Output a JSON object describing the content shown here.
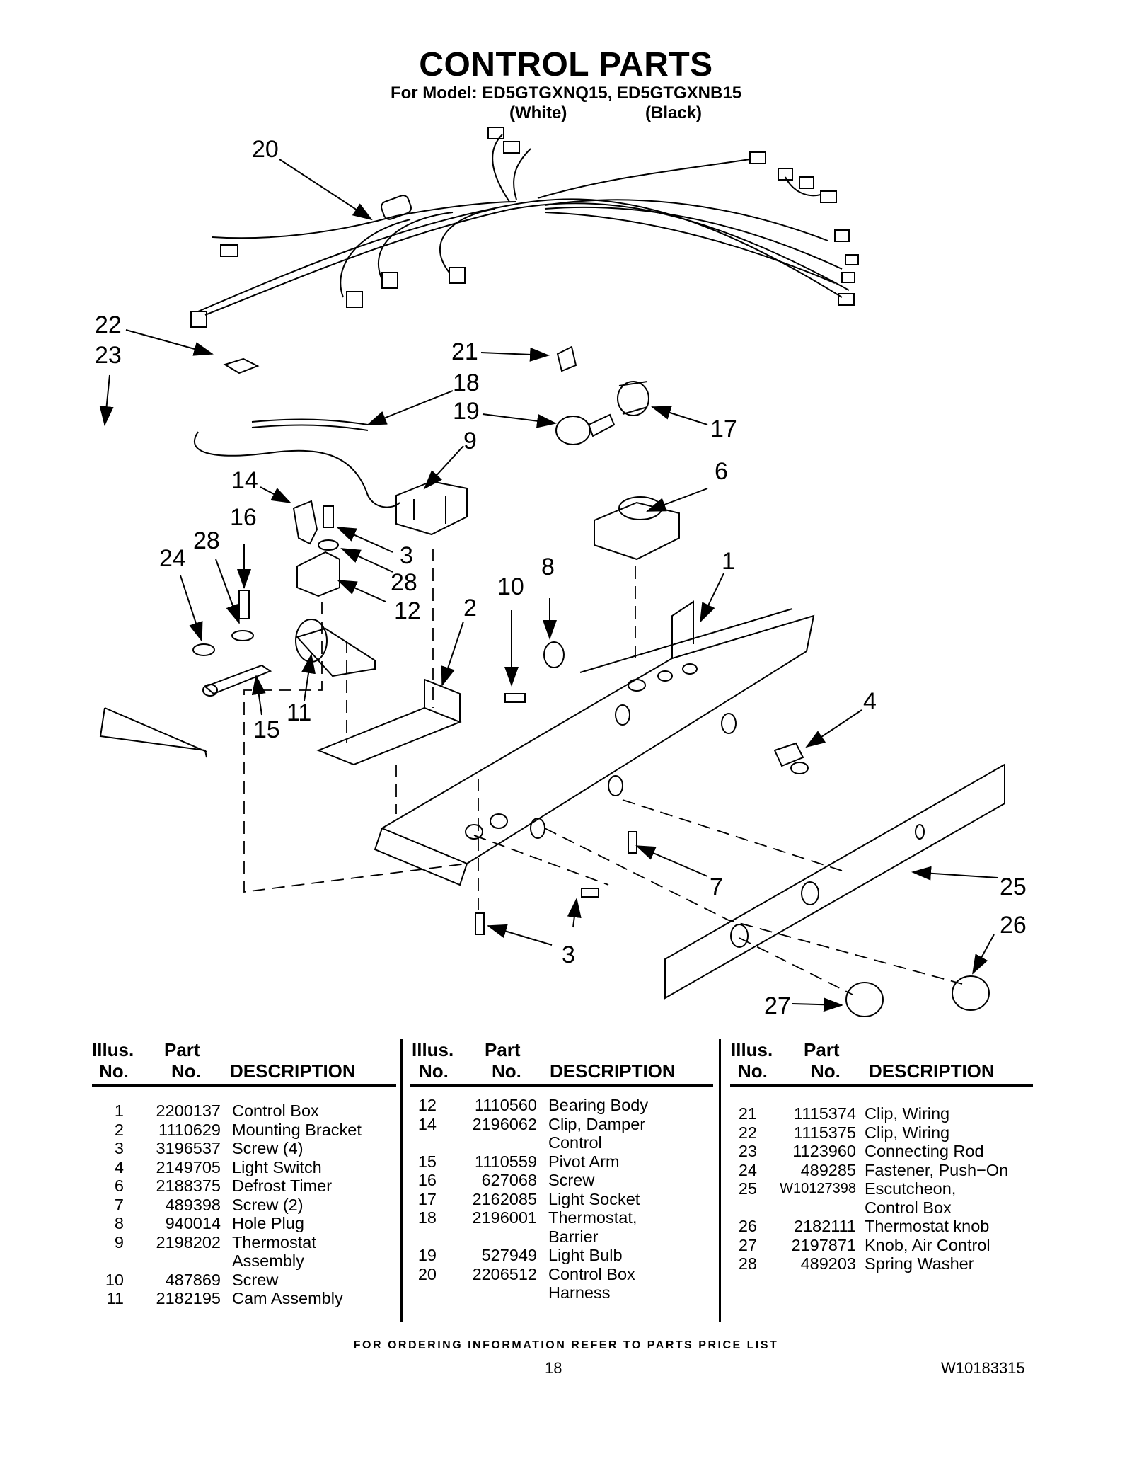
{
  "header": {
    "title": "CONTROL PARTS",
    "model_line": "For Model: ED5GTGXNQ15, ED5GTGXNB15",
    "variant_white": "(White)",
    "variant_black": "(Black)"
  },
  "diagram": {
    "callouts": [
      "20",
      "22",
      "23",
      "21",
      "18",
      "19",
      "17",
      "9",
      "14",
      "16",
      "28",
      "24",
      "3",
      "28",
      "12",
      "6",
      "8",
      "10",
      "1",
      "2",
      "11",
      "15",
      "4",
      "7",
      "25",
      "26",
      "3",
      "27"
    ]
  },
  "table": {
    "headers": {
      "illus": "Illus.",
      "no": "No.",
      "part": "Part",
      "part_no": "No.",
      "description": "DESCRIPTION"
    },
    "col1": [
      {
        "no": "1",
        "part": "2200137",
        "desc": "Control Box"
      },
      {
        "no": "2",
        "part": "1110629",
        "desc": "Mounting Bracket"
      },
      {
        "no": "3",
        "part": "3196537",
        "desc": "Screw (4)"
      },
      {
        "no": "4",
        "part": "2149705",
        "desc": "Light Switch"
      },
      {
        "no": "6",
        "part": "2188375",
        "desc": "Defrost Timer"
      },
      {
        "no": "7",
        "part": "489398",
        "desc": "Screw (2)"
      },
      {
        "no": "8",
        "part": "940014",
        "desc": "Hole Plug"
      },
      {
        "no": "9",
        "part": "2198202",
        "desc": "Thermostat",
        "desc2": "Assembly"
      },
      {
        "no": "10",
        "part": "487869",
        "desc": "Screw"
      },
      {
        "no": "11",
        "part": "2182195",
        "desc": "Cam Assembly"
      }
    ],
    "col2": [
      {
        "no": "12",
        "part": "1110560",
        "desc": "Bearing Body"
      },
      {
        "no": "14",
        "part": "2196062",
        "desc": "Clip, Damper",
        "desc2": "Control"
      },
      {
        "no": "15",
        "part": "1110559",
        "desc": "Pivot Arm"
      },
      {
        "no": "16",
        "part": "627068",
        "desc": "Screw"
      },
      {
        "no": "17",
        "part": "2162085",
        "desc": "Light Socket"
      },
      {
        "no": "18",
        "part": "2196001",
        "desc": "Thermostat,",
        "desc2": "Barrier"
      },
      {
        "no": "19",
        "part": "527949",
        "desc": "Light Bulb"
      },
      {
        "no": "20",
        "part": "2206512",
        "desc": "Control Box",
        "desc2": "Harness"
      }
    ],
    "col3": [
      {
        "no": "21",
        "part": "1115374",
        "desc": "Clip, Wiring"
      },
      {
        "no": "22",
        "part": "1115375",
        "desc": "Clip, Wiring"
      },
      {
        "no": "23",
        "part": "1123960",
        "desc": "Connecting Rod"
      },
      {
        "no": "24",
        "part": "489285",
        "desc": "Fastener, Push−On"
      },
      {
        "no": "25",
        "part": "W10127398",
        "desc": "Escutcheon,",
        "desc2": "Control Box"
      },
      {
        "no": "26",
        "part": "2182111",
        "desc": "Thermostat knob"
      },
      {
        "no": "27",
        "part": "2197871",
        "desc": "Knob, Air Control"
      },
      {
        "no": "28",
        "part": "489203",
        "desc": "Spring Washer"
      }
    ]
  },
  "footer": {
    "ordering_note": "FOR ORDERING INFORMATION REFER TO PARTS PRICE LIST",
    "page_number": "18",
    "doc_number": "W10183315"
  }
}
